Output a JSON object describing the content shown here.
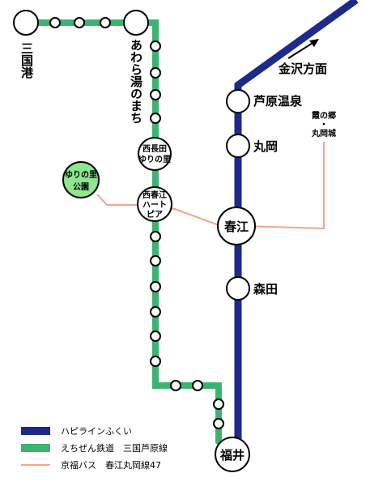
{
  "colors": {
    "hapi_line": "#1c2a8a",
    "echizen_line": "#3cb371",
    "bus_line": "#f0a58a",
    "park_fill": "#8ee68e"
  },
  "stations": {
    "mikuniminato": "三国港",
    "awara_yunomachi": "あわら湯のまち",
    "nishinagata_yurinosato_1": "西長田",
    "nishinagata_yurinosato_2": "ゆりの里",
    "nishiharue_heartpia_1": "西春江",
    "nishiharue_heartpia_2": "ハート",
    "nishiharue_heartpia_3": "ピア",
    "awara_onsen": "芦原温泉",
    "maruoka": "丸岡",
    "harue": "春江",
    "morita": "森田",
    "fukui": "福井"
  },
  "places": {
    "yurinosato_park_1": "ゆりの里",
    "yurinosato_park_2": "公園",
    "kasumi_1": "霞の郷",
    "kasumi_2": "・",
    "kasumi_3": "丸岡城"
  },
  "direction": {
    "kanazawa": "金沢方面"
  },
  "legend": [
    {
      "label": "ハピラインふくい"
    },
    {
      "label": "えちぜん鉄道　三国芦原線"
    },
    {
      "label": "京福バス　春江丸岡線47"
    }
  ]
}
